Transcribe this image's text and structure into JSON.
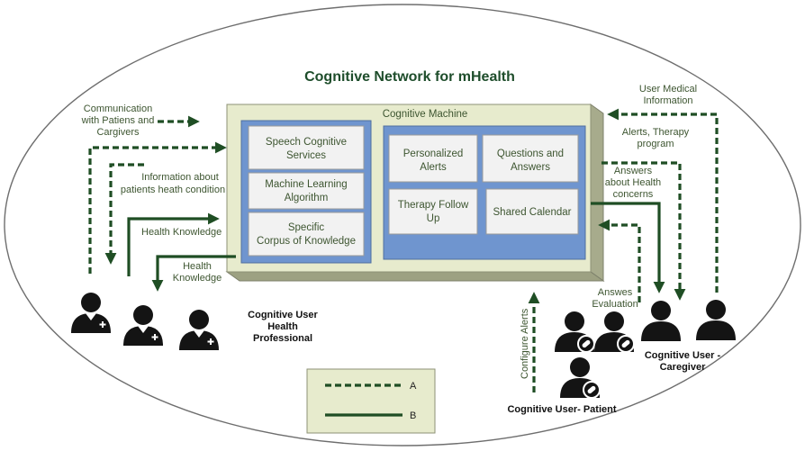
{
  "title": "Cognitive Network for mHealth",
  "machine": {
    "title": "Cognitive Machine",
    "left_boxes": [
      [
        "Speech Cognitive",
        "Services"
      ],
      [
        "Machine Learning",
        "Algorithm"
      ],
      [
        "Specific",
        "Corpus of Knowledge"
      ]
    ],
    "right_boxes": [
      [
        "Personalized",
        "Alerts"
      ],
      [
        "Questions and",
        "Answers"
      ],
      [
        "Therapy Follow",
        "Up"
      ],
      [
        "Shared Calendar"
      ]
    ]
  },
  "labels": {
    "communication": [
      "Communication",
      "with Patiens and",
      "Cargivers"
    ],
    "information": [
      "Information about",
      "patients heath condition"
    ],
    "health_knowledge_in": "Health Knowledge",
    "health_knowledge_out": [
      "Health",
      "Knowledge"
    ],
    "user_medical": [
      "User Medical",
      "Information"
    ],
    "alerts_therapy": [
      "Alerts, Therapy",
      "program"
    ],
    "answers_health": [
      "Answers",
      "about Health",
      "concerns"
    ],
    "answes_evaluation": [
      "Answes",
      "Evaluation"
    ],
    "configure_alerts": "Configure Alerts"
  },
  "groups": {
    "professional": [
      "Cognitive User",
      "Health",
      "Professional"
    ],
    "caregiver": [
      "Cognitive User -",
      "Caregiver"
    ],
    "patient": "Cognitive User- Patient"
  },
  "legend": {
    "dashed": "A",
    "solid": "B"
  },
  "colors": {
    "arrow": "#1f4e24",
    "machine_fill": "#e7ebcd",
    "panel_blue": "#6f95cf",
    "box_fill": "#f2f2f2"
  }
}
